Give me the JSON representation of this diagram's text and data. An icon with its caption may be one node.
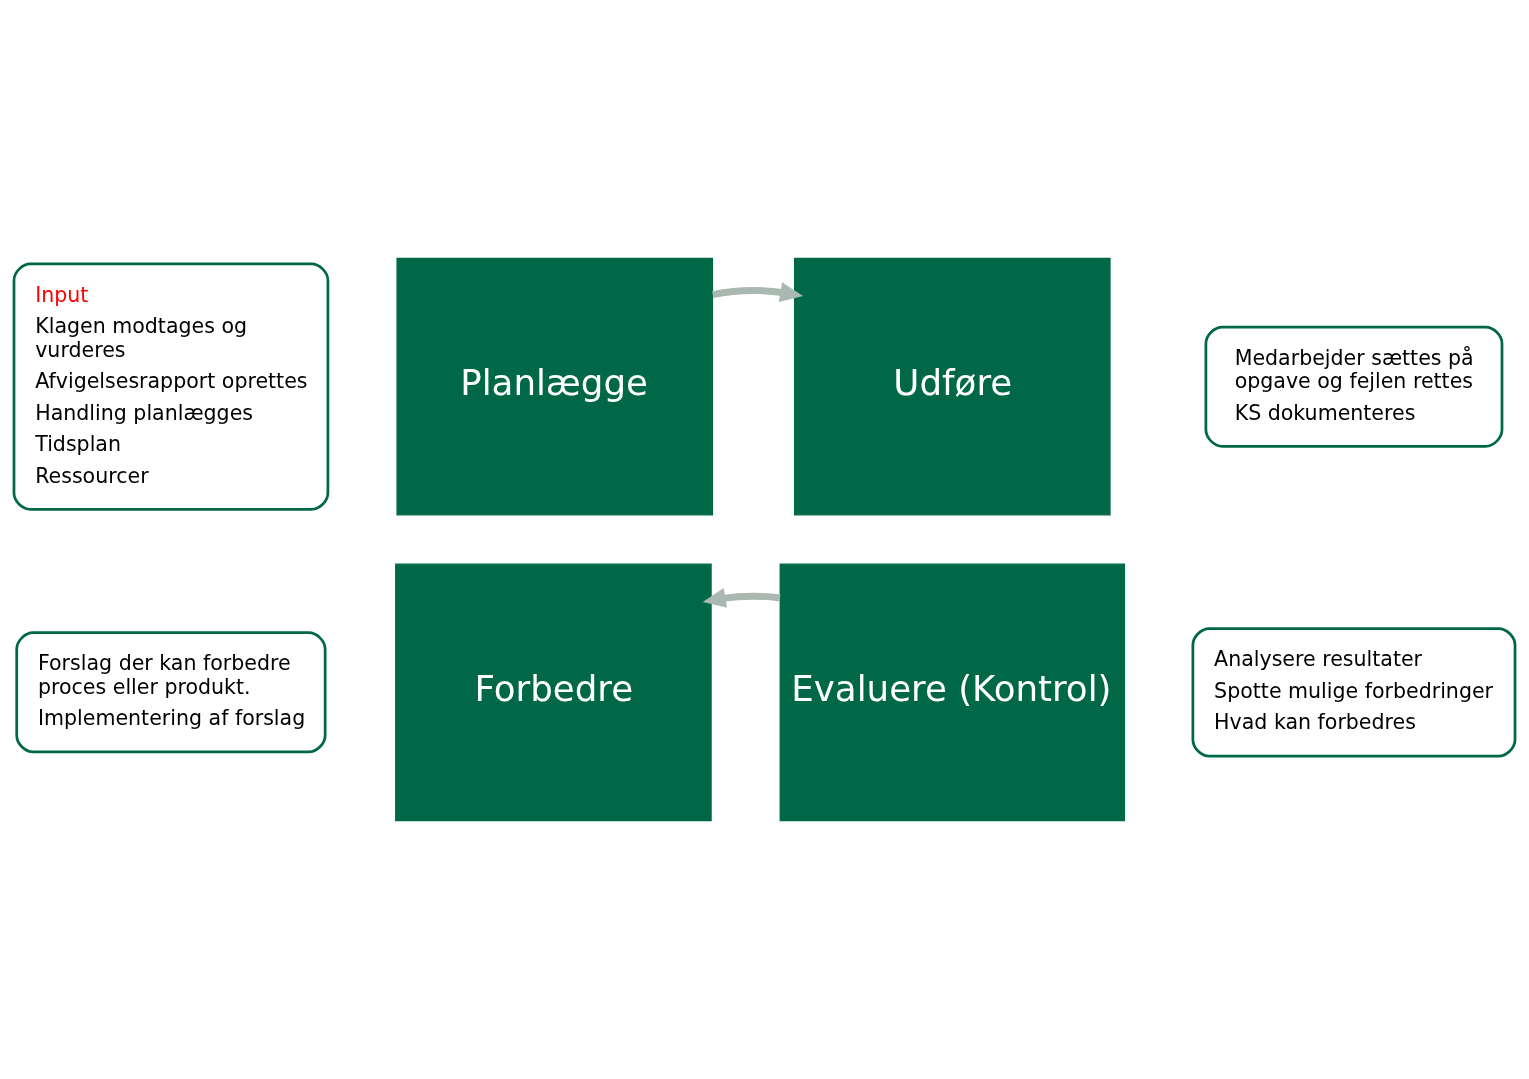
{
  "diagram": {
    "nodes": [
      {
        "text": [
          "Input",
          "Klagen modtages og vurderes",
          "Afvigelsesrapport oprettes",
          "Handling planlægges",
          "Tidsplan",
          "Ressourcer"
        ]
      },
      {
        "text": [
          "Medarbejder sættes på opgave og fejlen rettes",
          "KS dokumenteres"
        ]
      },
      {
        "text": [
          "Planlægge"
        ]
      },
      {
        "text": [
          "Udføre"
        ]
      },
      {
        "text": [
          "Forbedre"
        ]
      },
      {
        "text": [
          "Evaluere (Kontrol)"
        ]
      },
      {
        "text": [
          "Forslag der kan forbedre proces eller produkt.",
          "Implementering af forslag"
        ]
      },
      {
        "text": [
          "Analysere resultater",
          "Spotte mulige forbedringer",
          "Hvad kan forbedres"
        ]
      }
    ],
    "edges": [
      {
        "from": 2,
        "to": 3,
        "arrow": "to"
      },
      {
        "from": 5,
        "to": 4,
        "arrow": "to"
      }
    ]
  }
}
